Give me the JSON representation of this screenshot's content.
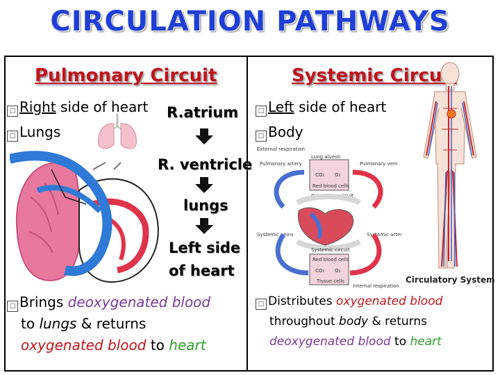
{
  "title": "CIRCULATION PATHWAYS",
  "pulmonary": {
    "heading": "Pulmonary Circuit",
    "bullet_mark": "□",
    "line1_a": "Right",
    "line1_b": " side of heart",
    "line2": "Lungs",
    "flow": [
      "R.atrium",
      "R. ventricle",
      "lungs",
      "Left side",
      "of heart"
    ],
    "desc": {
      "p1": "Brings ",
      "p2": "deoxygenated blood",
      "p3": "to ",
      "p4": "lungs",
      "p5": " & returns",
      "p6": "oxygenated blood",
      "p7": " to ",
      "p8": "heart"
    }
  },
  "systemic": {
    "heading": "Systemic Circuit",
    "line1_a": "Left",
    "line1_b": " side of heart",
    "line2": "Body",
    "diagram_labels": {
      "external": "External respiration",
      "lung_alveoli": "Lung alveoli",
      "pulm_artery": "Pulmonary artery",
      "pulm_vein": "Pulmonary vein",
      "red_cells_top": "Red blood cells",
      "pulm_circuit": "Pulmonary circuit",
      "sys_veins": "Systemic veins",
      "sys_arteries": "Systemic arteries",
      "sys_circuit": "Systemic circuit",
      "red_cells_bottom": "Red blood cells",
      "tissue": "Tissue cells",
      "internal": "Internal respiration",
      "co2": "CO₂",
      "o2": "O₂"
    },
    "caption": "Circulatory System",
    "desc": {
      "p1": "Distributes ",
      "p2": "oxygenated blood",
      "p3": "throughout ",
      "p4": "body",
      "p5": " & returns",
      "p6": "deoxygenated blood",
      "p7": " to ",
      "p8": "heart"
    }
  },
  "colors": {
    "title": "#1f3fd6",
    "heading": "#c0141c",
    "oxygenated": "#c0141c",
    "deoxygenated": "#7a3a98",
    "heart_word": "#2aa02a",
    "lung_pink": "#e8789c",
    "vessel_blue": "#2f7ad6"
  }
}
